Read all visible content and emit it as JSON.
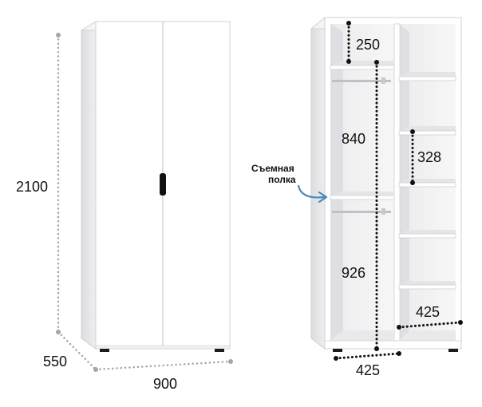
{
  "left_wardrobe": {
    "height_label": "2100",
    "depth_label": "550",
    "width_label": "900"
  },
  "right_wardrobe": {
    "top_compartment_label": "250",
    "hanging_upper_label": "840",
    "hanging_lower_label": "926",
    "shelf_gap_label": "328",
    "right_section_width_label": "425",
    "left_section_width_label": "425",
    "removable_shelf_line1": "Съемная",
    "removable_shelf_line2": "полка"
  },
  "colors": {
    "panel": "#ffffff",
    "side_shade": "#e7e7e9",
    "inner_shade": "#dedfe2",
    "edge": "#c8c9cc",
    "dim_dots_grey": "#a6a6a6",
    "dim_dots_black": "#111111",
    "arrow": "#4a88b8",
    "handle": "#111111"
  }
}
